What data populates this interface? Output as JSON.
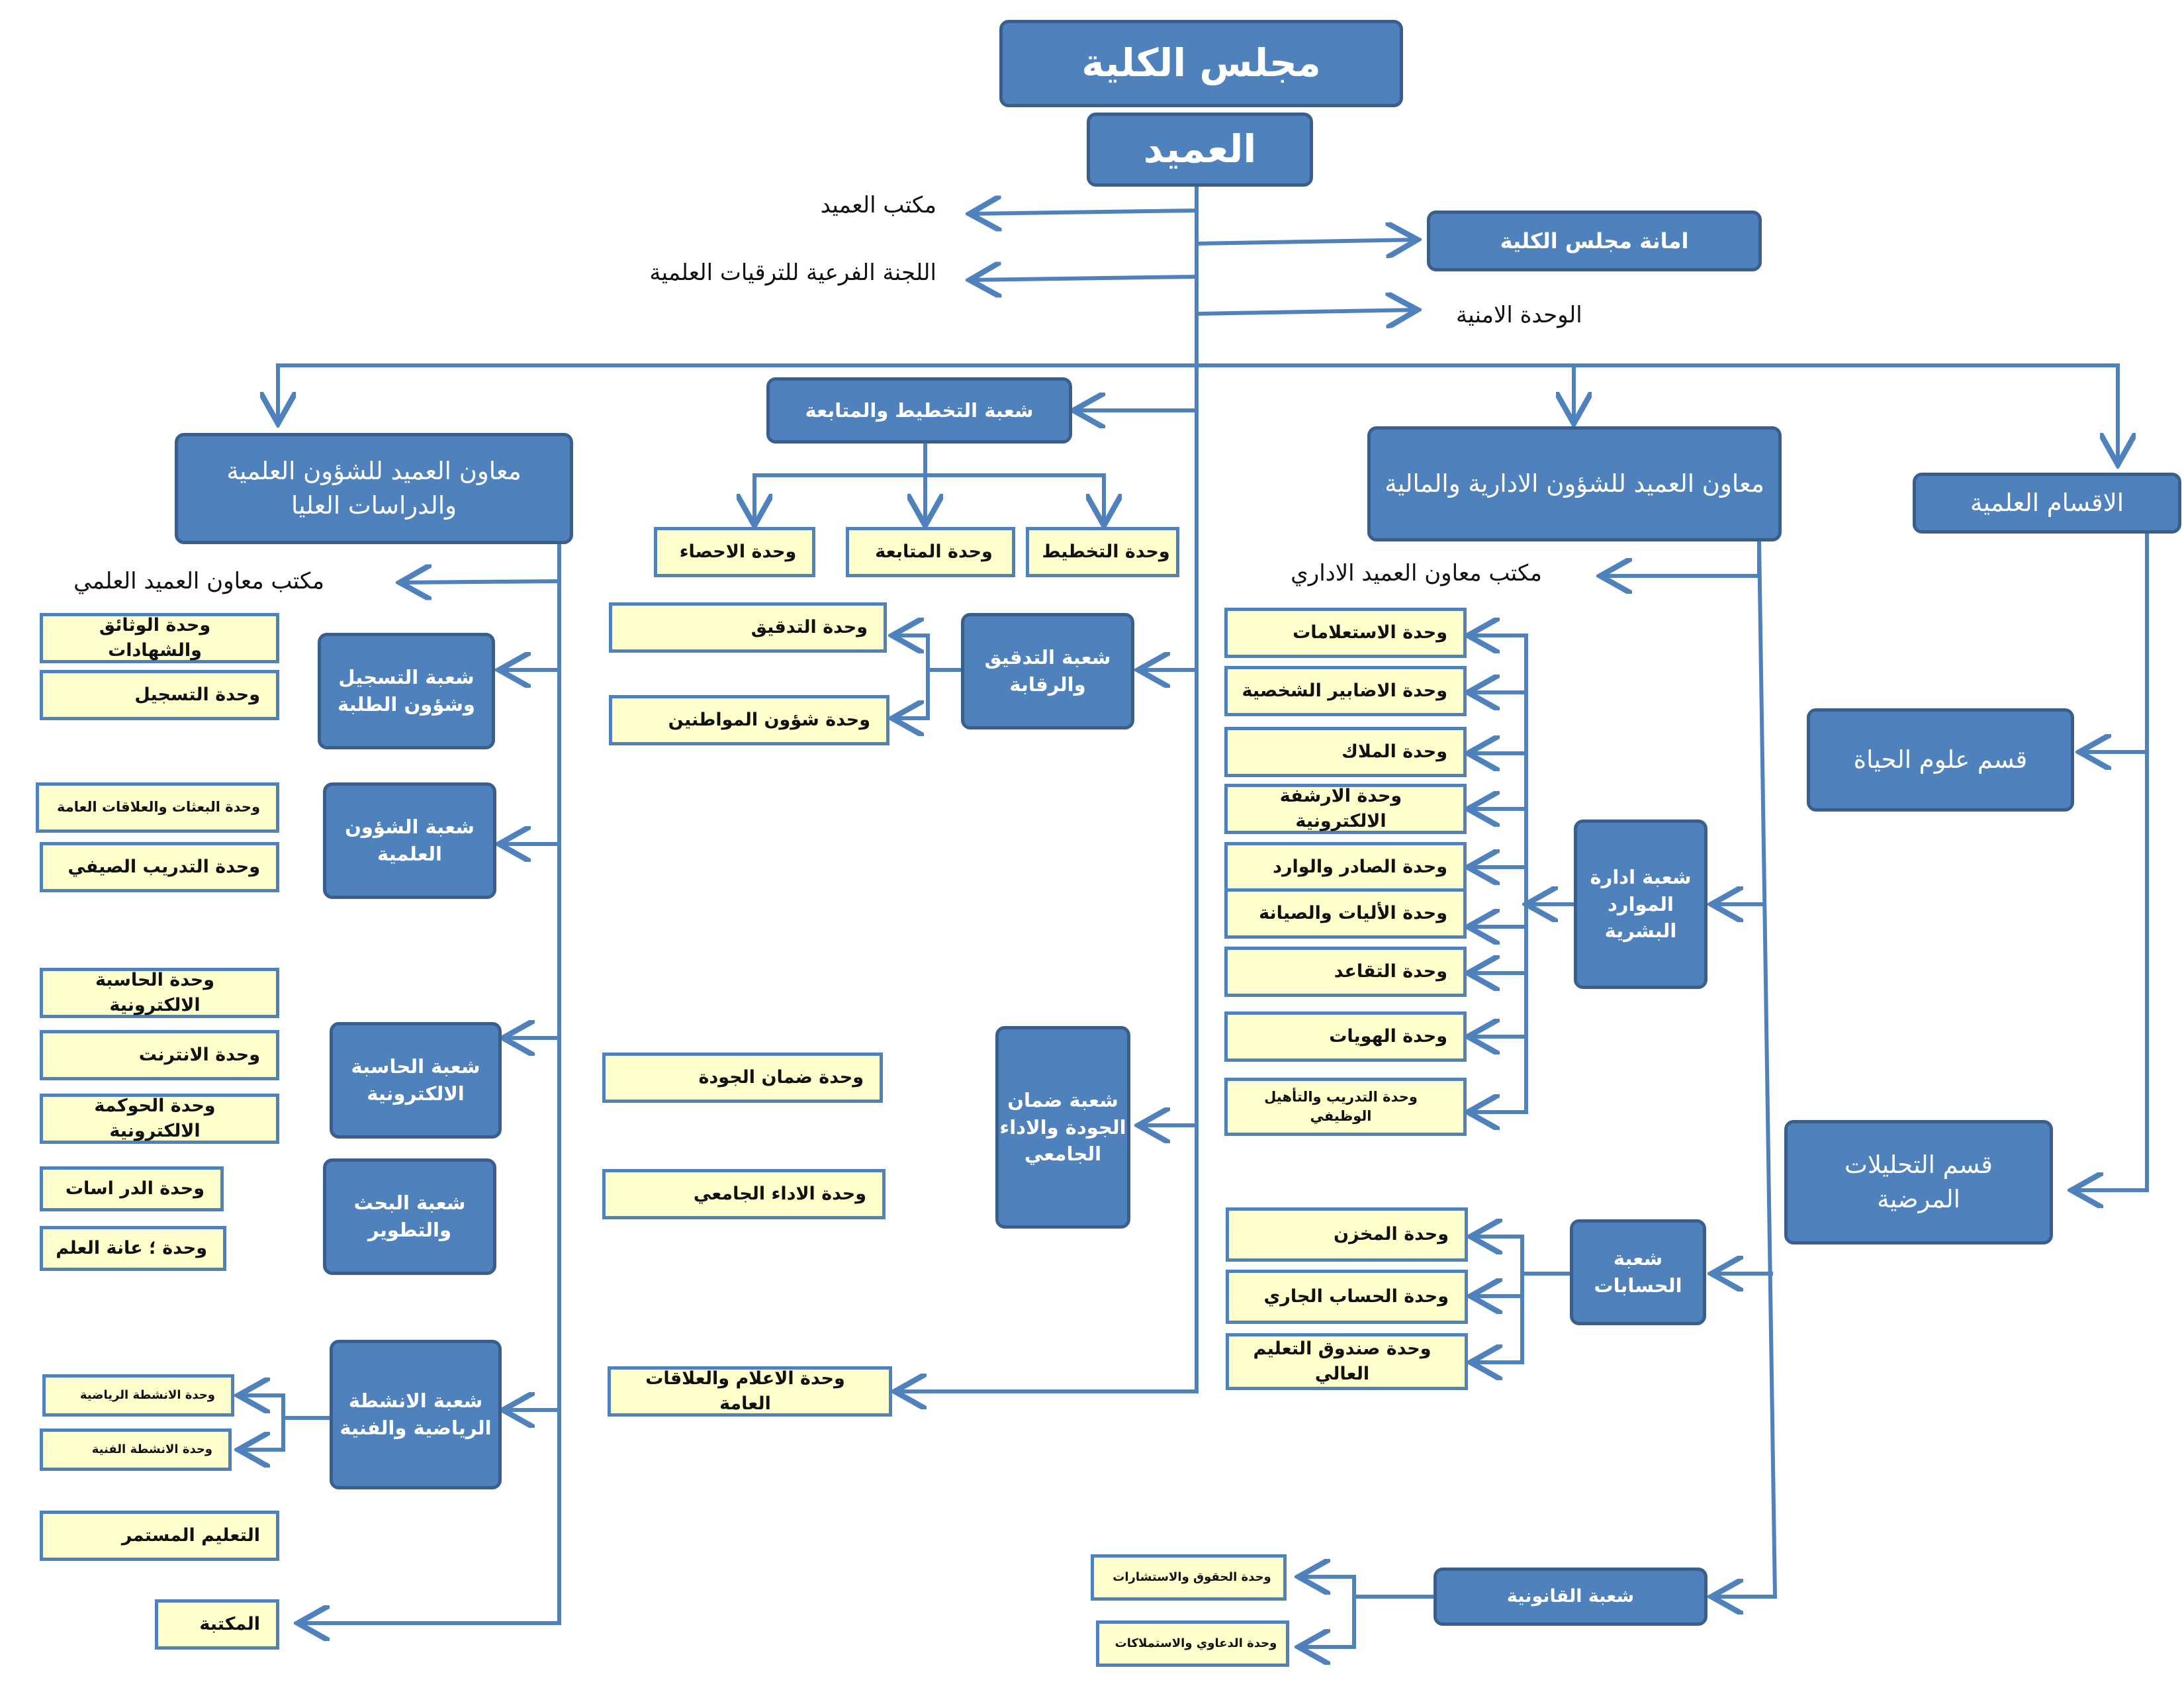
{
  "colors": {
    "box_fill": "#4f81bd",
    "box_border": "#3a5f8c",
    "unit_fill": "#ffffcc",
    "unit_border": "#4f81bd",
    "connector": "#4f81bd"
  },
  "top": {
    "council": "مجلس الكلية",
    "dean": "العميد"
  },
  "dean_links": {
    "dean_office": "مكتب العميد",
    "promotions_committee": "اللجنة الفرعية للترقيات العلمية",
    "council_secretariat": "امانة مجلس الكلية",
    "security_unit": "الوحدة الامنية"
  },
  "planning": {
    "title": "شعبة التخطيط والمتابعة",
    "units": [
      "وحدة التخطيط",
      "وحدة المتابعة",
      "وحدة الاحصاء"
    ]
  },
  "scientific": {
    "title": "معاون العميد للشؤون العلمية والدراسات العليا",
    "office": "مكتب معاون العميد العلمي",
    "registration": {
      "title": "شعبة التسجيل وشؤون الطلبة",
      "units": [
        "وحدة الوثائق والشهادات",
        "وحدة التسجيل"
      ]
    },
    "affairs": {
      "title": "شعبة الشؤون العلمية",
      "units": [
        "وحدة البعثات والعلاقات العامة",
        "وحدة التدريب الصيفي"
      ]
    },
    "computer": {
      "title": "شعبة الحاسبة الالكترونية",
      "units": [
        "وحدة الحاسبة الالكترونية",
        "وحدة الانترنت",
        "وحدة الحوكمة الالكترونية"
      ]
    },
    "research": {
      "title": "شعبة البحث والتطوير",
      "units": [
        "وحدة الدر اسات",
        "وحدة ؛ عانة العلم"
      ]
    },
    "activities": {
      "title": "شعبة الانشطة الرياضية والفنية",
      "units": [
        "وحدة الانشطة الرياضية",
        "وحدة الانشطة الفنية"
      ]
    },
    "continuing_education": "التعليم المستمر",
    "library": "المكتبة"
  },
  "audit": {
    "title": "شعبة التدقيق والرقابة",
    "units": [
      "وحدة التدقيق",
      "وحدة شؤون المواطنين"
    ]
  },
  "quality": {
    "title": "شعبة ضمان الجودة والاداء الجامعي",
    "units": [
      "وحدة ضمان الجودة",
      "وحدة الاداء الجامعي"
    ]
  },
  "media_unit": "وحدة الاعلام والعلاقات العامة",
  "administrative": {
    "title": "معاون العميد للشؤون الادارية والمالية",
    "office": "مكتب معاون العميد الاداري",
    "hr": {
      "title": "شعبة ادارة الموارد البشرية",
      "units": [
        "وحدة الاستعلامات",
        "وحدة الاضابير الشخصية",
        "وحدة الملاك",
        "وحدة الارشفة الالكترونية",
        "وحدة الصادر والوارد",
        "وحدة الأليات والصيانة",
        "وحدة التقاعد",
        "وحدة الهويات",
        "وحدة التدريب والتأهيل الوظيفي"
      ]
    },
    "accounts": {
      "title": "شعبة الحسابات",
      "units": [
        "وحدة المخزن",
        "وحدة الحساب الجاري",
        "وحدة صندوق التعليم العالي"
      ]
    },
    "legal": {
      "title": "شعبة القانونية",
      "units": [
        "وحدة الحقوق والاستشارات",
        "وحدة الدعاوي والاستملاكات"
      ]
    }
  },
  "departments": {
    "title": "الاقسام العلمية",
    "items": [
      "قسم علوم الحياة",
      "قسم التحليلات المرضية"
    ]
  }
}
